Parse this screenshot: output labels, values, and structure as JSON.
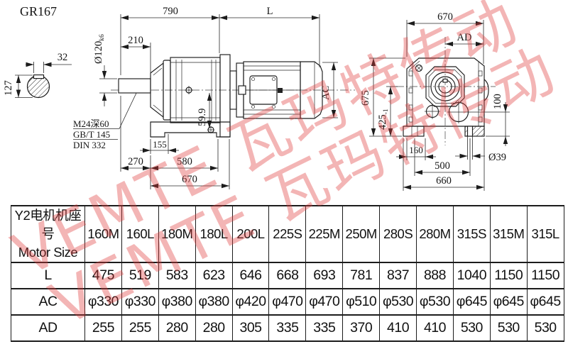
{
  "title": "GR167",
  "watermark": {
    "text": "VEMTE 瓦玛特传动"
  },
  "side_section": {
    "key_width": "32",
    "height": "127",
    "shaft_dia": "Ø120",
    "shaft_dia_tol": "k6",
    "tap_note": "M24深60",
    "std_note1": "GB/T 145",
    "std_note2": "DIN 332"
  },
  "side_view": {
    "overall": "790",
    "motor_len_label": "L",
    "shaft_len": "210",
    "axis_dim": "59.9",
    "motor_dia_label": "AC",
    "foot_hole_offset": "155",
    "shaft_overhang": "270",
    "foot_pitch": "580",
    "base_len": "670"
  },
  "end_view": {
    "width": "670",
    "terminal_label": "AD",
    "height": "675",
    "center_height": "425",
    "center_height_tol": "-1",
    "hole_height": "100",
    "foot_hole_dia": "Ø39",
    "foot_offset": "160",
    "bolt_pitch": "500",
    "base_width": "660"
  },
  "table": {
    "header_cn": "Y2电机机座号",
    "header_en": "Motor Size",
    "columns": [
      "160M",
      "160L",
      "180M",
      "180L",
      "200L",
      "225S",
      "225M",
      "250M",
      "280S",
      "280M",
      "315S",
      "315M",
      "315L"
    ],
    "rows": [
      {
        "label": "L",
        "values": [
          "475",
          "519",
          "583",
          "623",
          "646",
          "668",
          "693",
          "781",
          "837",
          "888",
          "1040",
          "1150",
          "1150"
        ]
      },
      {
        "label": "AC",
        "values": [
          "φ330",
          "φ330",
          "φ380",
          "φ380",
          "φ420",
          "φ470",
          "φ470",
          "φ510",
          "φ530",
          "φ530",
          "φ645",
          "φ645",
          "φ645"
        ]
      },
      {
        "label": "AD",
        "values": [
          "255",
          "255",
          "280",
          "280",
          "305",
          "335",
          "335",
          "370",
          "410",
          "410",
          "530",
          "530",
          "530"
        ]
      }
    ]
  }
}
